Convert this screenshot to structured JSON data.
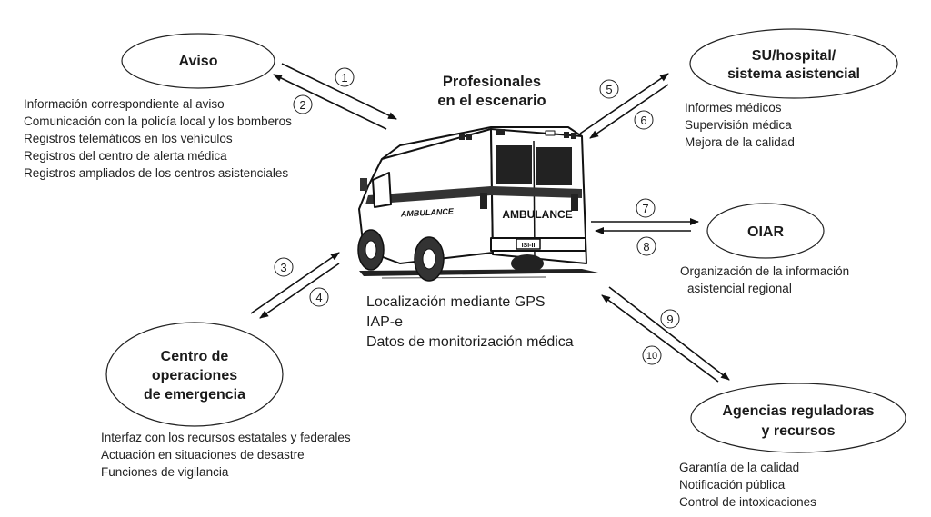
{
  "center": {
    "title_line1": "Profesionales",
    "title_line2": "en el escenario",
    "vehicle_label_side": "AMBULANCE",
    "vehicle_label_rear": "AMBULANCE",
    "details": [
      "Localización mediante GPS",
      "IAP-e",
      "Datos de monitorización médica"
    ]
  },
  "nodes": {
    "aviso": {
      "title": [
        "Aviso"
      ],
      "details": [
        "Información correspondiente al aviso",
        "Comunicación con la policía local y los bomberos",
        "Registros telemáticos en los vehículos",
        "Registros del centro de alerta médica",
        "Registros ampliados de los centros asistenciales"
      ]
    },
    "hospital": {
      "title": [
        "SU/hospital/",
        "sistema asistencial"
      ],
      "details": [
        "Informes médicos",
        "Supervisión médica",
        "Mejora de la calidad"
      ]
    },
    "oiar": {
      "title": [
        "OIAR"
      ],
      "details": [
        "Organización de la información",
        "asistencial regional"
      ]
    },
    "emergencia": {
      "title": [
        "Centro de",
        "operaciones",
        "de emergencia"
      ],
      "details": [
        "Interfaz con los recursos estatales y federales",
        "Actuación en situaciones de desastre",
        "Funciones de vigilancia"
      ]
    },
    "agencias": {
      "title": [
        "Agencias reguladoras",
        "y recursos"
      ],
      "details": [
        "Garantía de la calidad",
        "Notificación pública",
        "Control de intoxicaciones"
      ]
    }
  },
  "flows": [
    {
      "number": "1",
      "from": "Aviso",
      "to": "Profesionales en el escenario"
    },
    {
      "number": "2",
      "from": "Profesionales en el escenario",
      "to": "Aviso"
    },
    {
      "number": "3",
      "from": "Centro de operaciones de emergencia",
      "to": "Profesionales en el escenario"
    },
    {
      "number": "4",
      "from": "Profesionales en el escenario",
      "to": "Centro de operaciones de emergencia"
    },
    {
      "number": "5",
      "from": "Profesionales en el escenario",
      "to": "SU/hospital/sistema asistencial"
    },
    {
      "number": "6",
      "from": "SU/hospital/sistema asistencial",
      "to": "Profesionales en el escenario"
    },
    {
      "number": "7",
      "from": "Profesionales en el escenario",
      "to": "OIAR"
    },
    {
      "number": "8",
      "from": "OIAR",
      "to": "Profesionales en el escenario"
    },
    {
      "number": "9",
      "from": "Profesionales en el escenario",
      "to": "Agencias reguladoras y recursos"
    },
    {
      "number": "10",
      "from": "Agencias reguladoras y recursos",
      "to": "Profesionales en el escenario"
    }
  ]
}
